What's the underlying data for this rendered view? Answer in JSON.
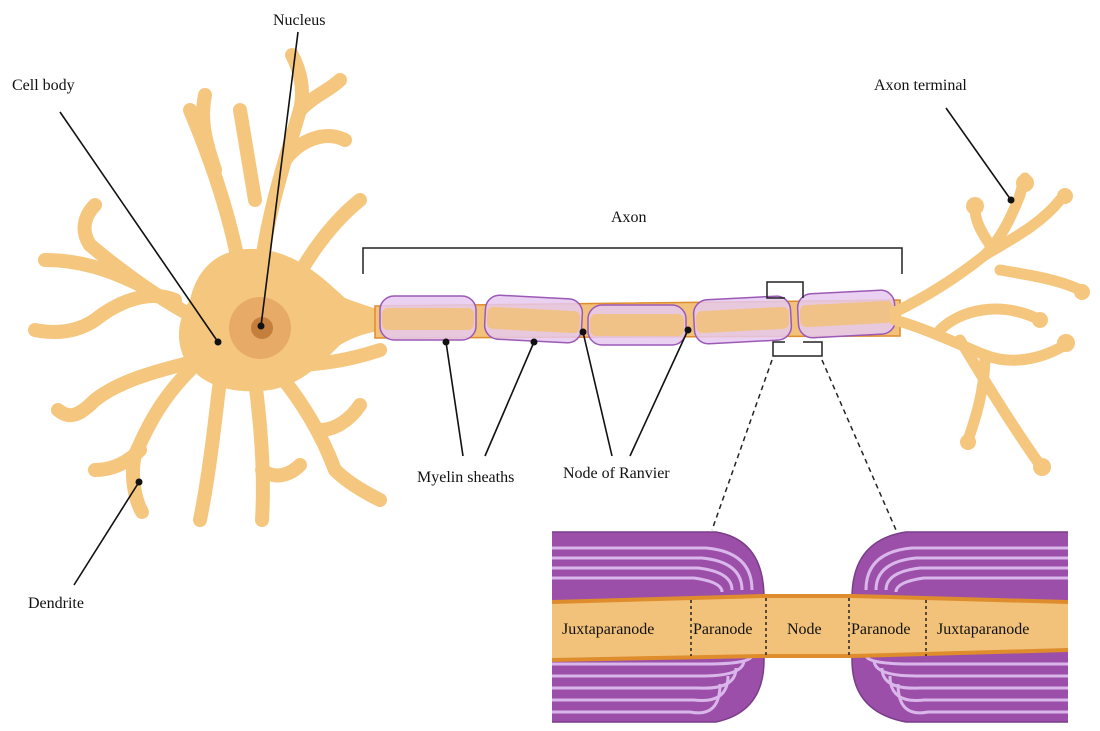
{
  "labels": {
    "nucleus": "Nucleus",
    "cell_body": "Cell body",
    "axon_terminal": "Axon terminal",
    "axon": "Axon",
    "myelin_sheaths": "Myelin sheaths",
    "node_of_ranvier": "Node of Ranvier",
    "dendrite": "Dendrite"
  },
  "zoom_segments": [
    "Juxtaparanode",
    "Paranode",
    "Node",
    "Paranode",
    "Juxtaparanode"
  ],
  "colors": {
    "cell": "#f5c77e",
    "cell_stroke": "#e3a94f",
    "nucleus_outer": "#e4a261",
    "nucleus_inner": "#c57f3d",
    "myelin_fill": "#e6c9ef",
    "myelin_stroke": "#9b59b6",
    "myelin_dark": "#9c4fa8",
    "myelin_light": "#d9b7ea",
    "axon_fill": "#f2c27a",
    "axon_stroke": "#de8c2c"
  }
}
